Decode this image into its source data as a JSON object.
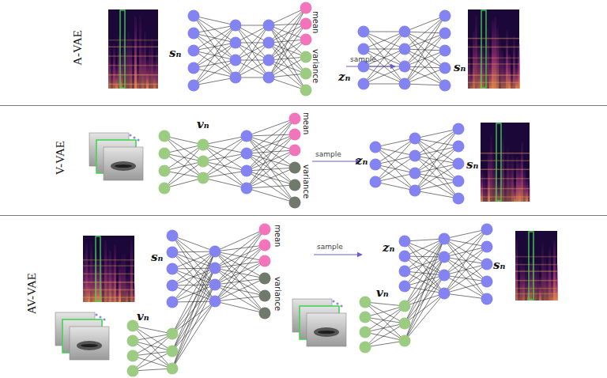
{
  "diagram": {
    "nodes": [
      {
        "text": [
          "A-VAE"
        ]
      },
      {
        "text": [
          "V-VAE"
        ]
      },
      {
        "text": [
          "AV-VAE"
        ]
      }
    ],
    "labels": [
      "sₙ",
      "mean",
      "variance",
      "sample",
      "zₙ",
      "sₙ",
      "vₙ",
      "mean",
      "variance",
      "sample",
      "zₙ",
      "sₙ",
      "sₙ",
      "mean",
      "variance",
      "vₙ",
      "sample",
      "zₙ",
      "vₙ",
      "sₙ"
    ]
  }
}
